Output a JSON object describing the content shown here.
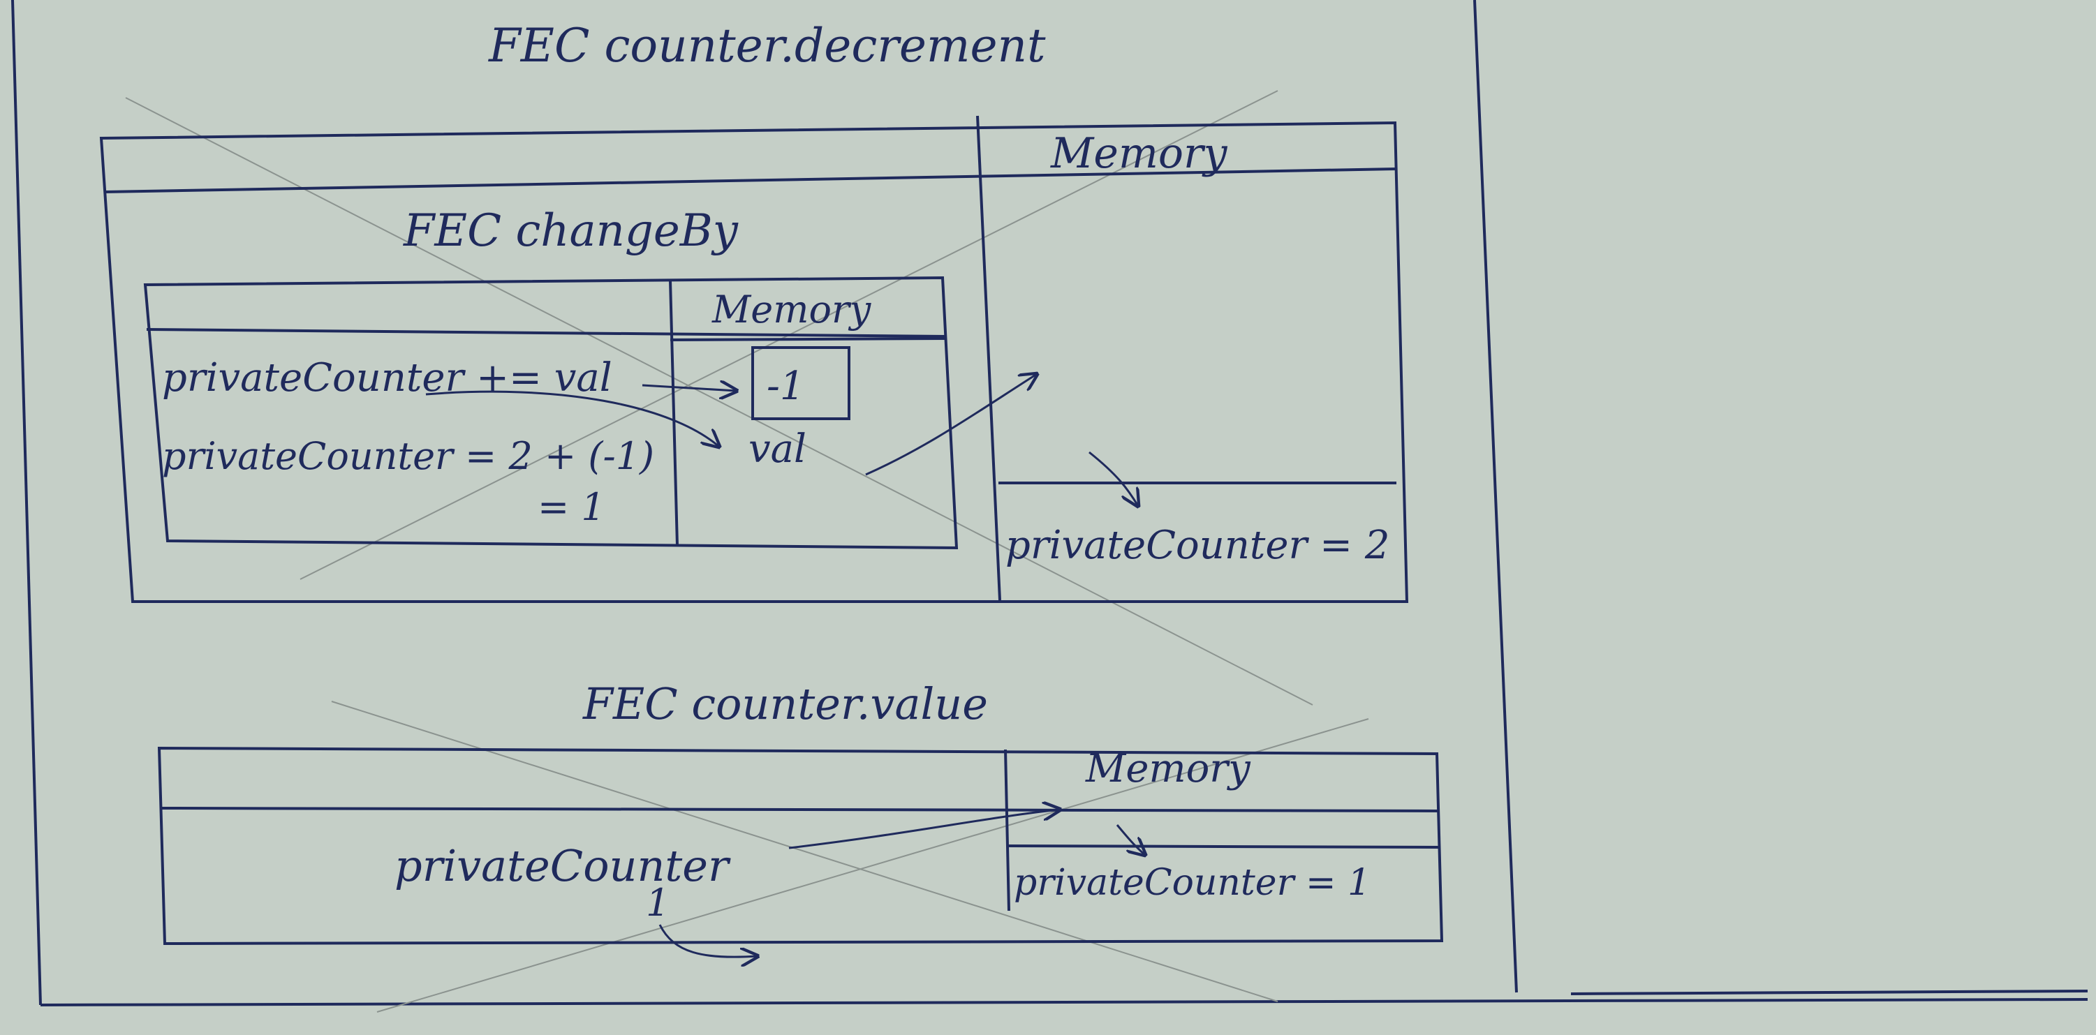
{
  "colors": {
    "paper": "#c5cfc7",
    "ink": "#1f2a5c",
    "pencil": "#8b938f"
  },
  "top_section": {
    "title": "FEC counter.decrement",
    "memory_label": "Memory",
    "memory_value": "privateCounter = 2",
    "inner": {
      "title": "FEC changeBy",
      "memory_label": "Memory",
      "lines": [
        "privateCounter += val",
        "privateCounter = 2 + (-1)",
        "= 1"
      ],
      "memory_box_value": "-1",
      "memory_var": "val"
    }
  },
  "bottom_section": {
    "title": "FEC counter.value",
    "memory_label": "Memory",
    "expression": "privateCounter",
    "result": "1",
    "memory_value": "privateCounter = 1"
  }
}
